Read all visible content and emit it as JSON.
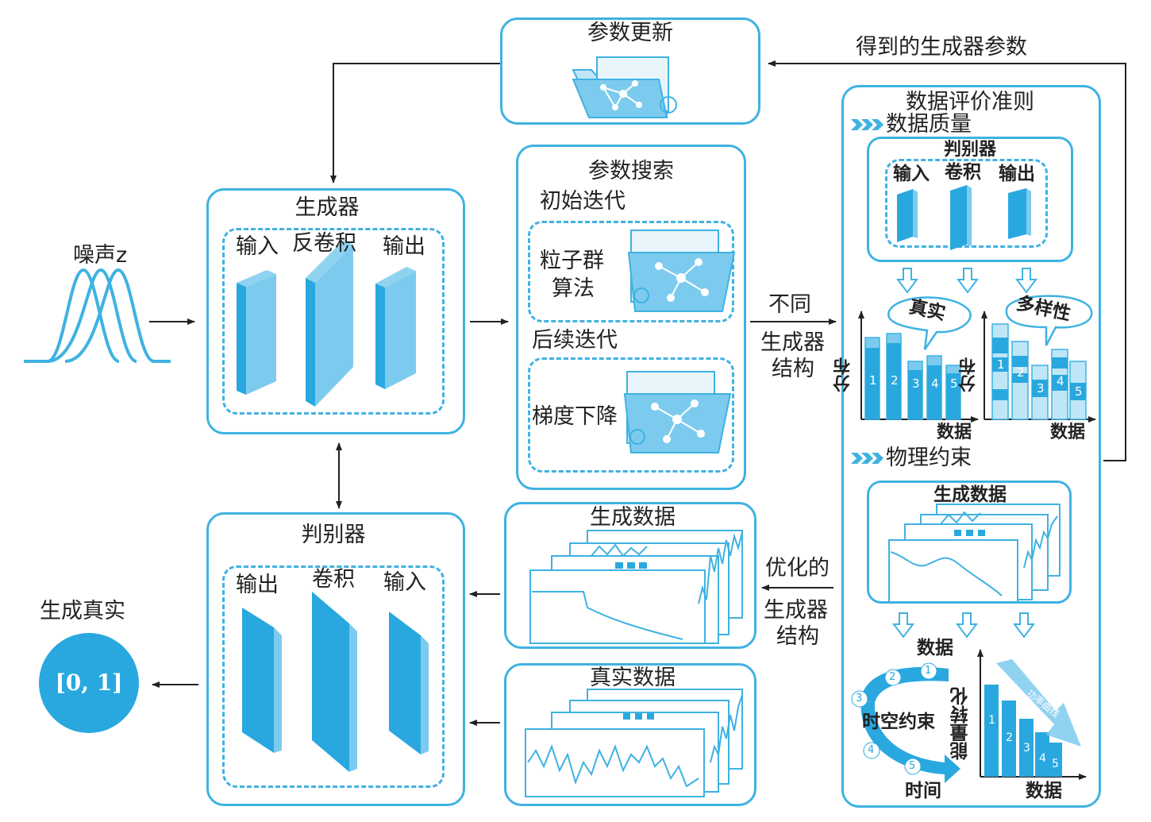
{
  "noise_label": "噪声z",
  "generator": {
    "title": "生成器",
    "input": "输入",
    "deconv": "反卷积",
    "output": "输出"
  },
  "discriminator": {
    "title": "判别器",
    "output": "输出",
    "conv": "卷积",
    "input": "输入"
  },
  "result": {
    "label": "生成真实",
    "value": "[0, 1]"
  },
  "param_update": {
    "title": "参数更新"
  },
  "param_search": {
    "title": "参数搜索",
    "initial": "初始迭代",
    "pso_line1": "粒子群",
    "pso_line2": "算法",
    "subsequent": "后续迭代",
    "gd": "梯度下降"
  },
  "edges": {
    "obtained_params": "得到的生成器参数",
    "different_1": "不同",
    "different_2": "生成器",
    "different_3": "结构",
    "optimized_1": "优化的",
    "optimized_2": "生成器",
    "optimized_3": "结构"
  },
  "generated_data": "生成数据",
  "real_data": "真实数据",
  "criteria": {
    "title": "数据评价准则",
    "quality": "数据质量",
    "disc_title": "判别器",
    "disc_input": "输入",
    "disc_conv": "卷积",
    "disc_output": "输出",
    "real_bubble": "真实",
    "diversity_bubble": "多样性",
    "y_label": "分布",
    "x_label": "数据",
    "physics": "物理约束",
    "gen_data": "生成数据",
    "data_top": "数据",
    "spatiotemporal": "时空约束",
    "time": "时间",
    "energy": "能量转化",
    "data_bottom": "数据",
    "power_curve": "功率曲线",
    "bar_nums": [
      "1",
      "2",
      "3",
      "4",
      "5"
    ],
    "cycle_nums": [
      "1",
      "2",
      "3",
      "4",
      "5"
    ]
  },
  "colors": {
    "accent": "#3fb2e2",
    "fill": "#29a8df",
    "light": "#bfe6f6"
  }
}
